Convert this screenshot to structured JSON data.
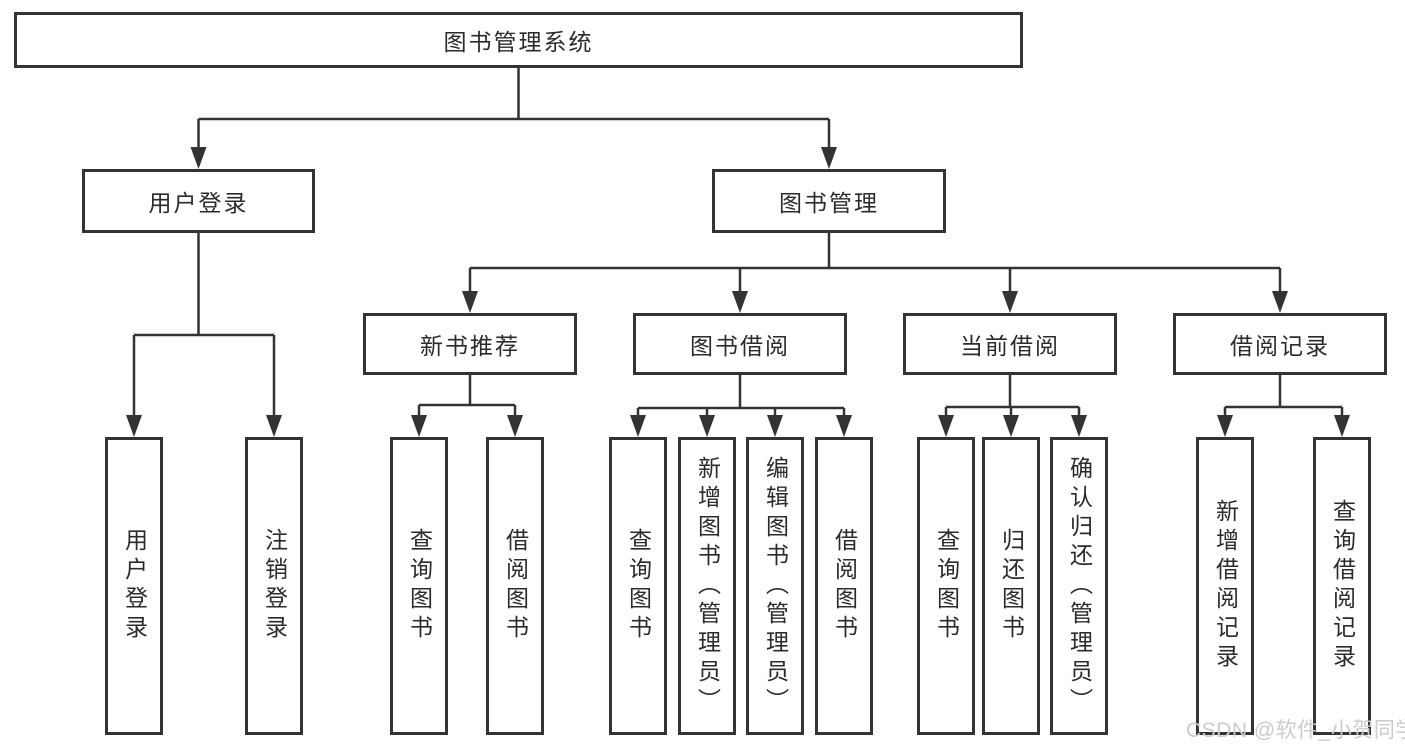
{
  "diagram": {
    "root": {
      "label": "图书管理系统"
    },
    "level2": [
      {
        "id": "user-login",
        "label": "用户登录"
      },
      {
        "id": "book-management",
        "label": "图书管理"
      }
    ],
    "level3": [
      {
        "id": "new-book-recommend",
        "label": "新书推荐"
      },
      {
        "id": "book-borrow",
        "label": "图书借阅"
      },
      {
        "id": "current-borrow",
        "label": "当前借阅"
      },
      {
        "id": "borrow-records",
        "label": "借阅记录"
      }
    ],
    "leaves": [
      {
        "parent": "user-login",
        "label": "用户登录"
      },
      {
        "parent": "user-login",
        "label": "注销登录"
      },
      {
        "parent": "new-book-recommend",
        "label": "查询图书"
      },
      {
        "parent": "new-book-recommend",
        "label": "借阅图书"
      },
      {
        "parent": "book-borrow",
        "label": "查询图书"
      },
      {
        "parent": "book-borrow",
        "label": "新增图书（管理员）"
      },
      {
        "parent": "book-borrow",
        "label": "编辑图书（管理员）"
      },
      {
        "parent": "book-borrow",
        "label": "借阅图书"
      },
      {
        "parent": "current-borrow",
        "label": "查询图书"
      },
      {
        "parent": "current-borrow",
        "label": "归还图书"
      },
      {
        "parent": "current-borrow",
        "label": "确认归还（管理员）"
      },
      {
        "parent": "borrow-records",
        "label": "新增借阅记录"
      },
      {
        "parent": "borrow-records",
        "label": "查询借阅记录"
      }
    ]
  },
  "watermark": {
    "text": "CSDN @软件_小贺同学"
  },
  "colors": {
    "line": "#333333",
    "box_border": "#333333",
    "text": "#2b2b2b",
    "background": "#ffffff",
    "watermark": "#cbcbd0"
  }
}
